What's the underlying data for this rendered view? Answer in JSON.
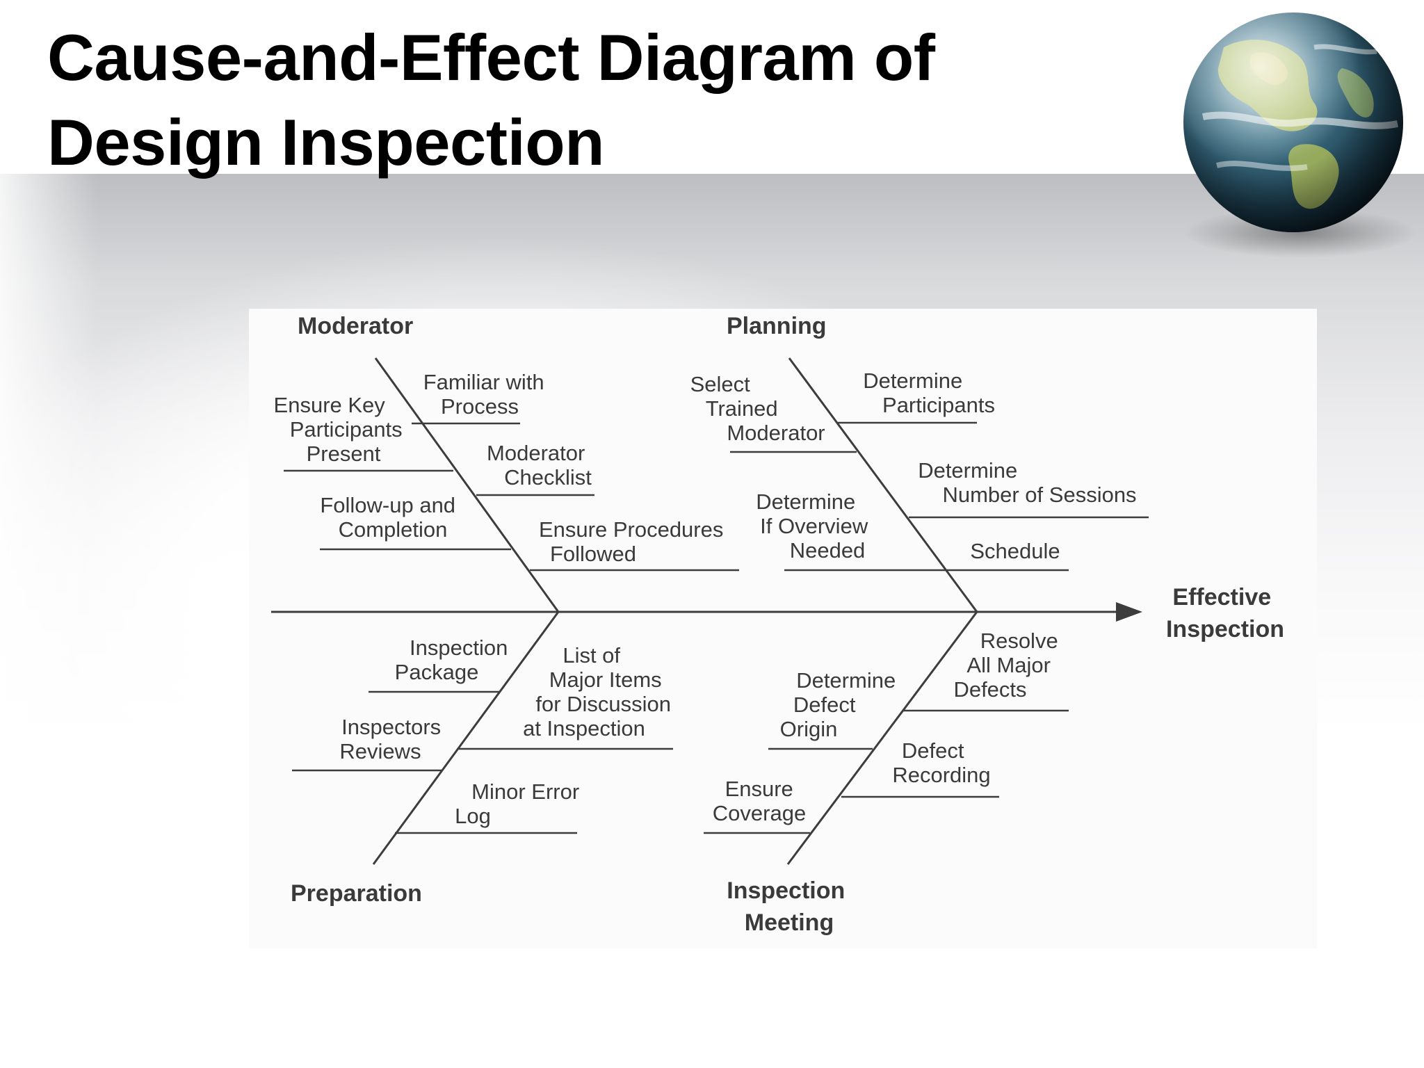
{
  "slide": {
    "title_line1": "Cause-and-Effect Diagram of",
    "title_line2": "Design Inspection",
    "decoration": "globe-image"
  },
  "diagram": {
    "type": "fishbone",
    "line_color": "#3c3c3c",
    "text_color": "#3a3a3a",
    "effect": {
      "line1": "Effective",
      "line2": "Inspection"
    },
    "categories": {
      "moderator": {
        "label": "Moderator",
        "causes": {
          "familiar": [
            "Familiar with",
            "Process"
          ],
          "ensure_key": [
            "Ensure Key",
            "Participants",
            "Present"
          ],
          "checklist": [
            "Moderator",
            "Checklist"
          ],
          "follow_up": [
            "Follow-up and",
            "Completion"
          ],
          "procedures": [
            "Ensure Procedures",
            "Followed"
          ]
        }
      },
      "planning": {
        "label": "Planning",
        "causes": {
          "select": [
            "Select",
            "Trained",
            "Moderator"
          ],
          "participants": [
            "Determine",
            "Participants"
          ],
          "sessions": [
            "Determine",
            "Number of Sessions"
          ],
          "overview": [
            "Determine",
            "If Overview",
            "Needed"
          ],
          "schedule": [
            "Schedule"
          ]
        }
      },
      "preparation": {
        "label": "Preparation",
        "causes": {
          "package": [
            "Inspection",
            "Package"
          ],
          "major_items": [
            "List of",
            "Major Items",
            "for Discussion",
            "at Inspection"
          ],
          "reviews": [
            "Inspectors",
            "Reviews"
          ],
          "minor_log": [
            "Minor Error",
            "Log"
          ]
        }
      },
      "inspection_meeting": {
        "label_line1": "Inspection",
        "label_line2": "Meeting",
        "causes": {
          "resolve": [
            "Resolve",
            "All Major",
            "Defects"
          ],
          "origin": [
            "Determine",
            "Defect",
            "Origin"
          ],
          "recording": [
            "Defect",
            "Recording"
          ],
          "coverage": [
            "Ensure",
            "Coverage"
          ]
        }
      }
    }
  }
}
